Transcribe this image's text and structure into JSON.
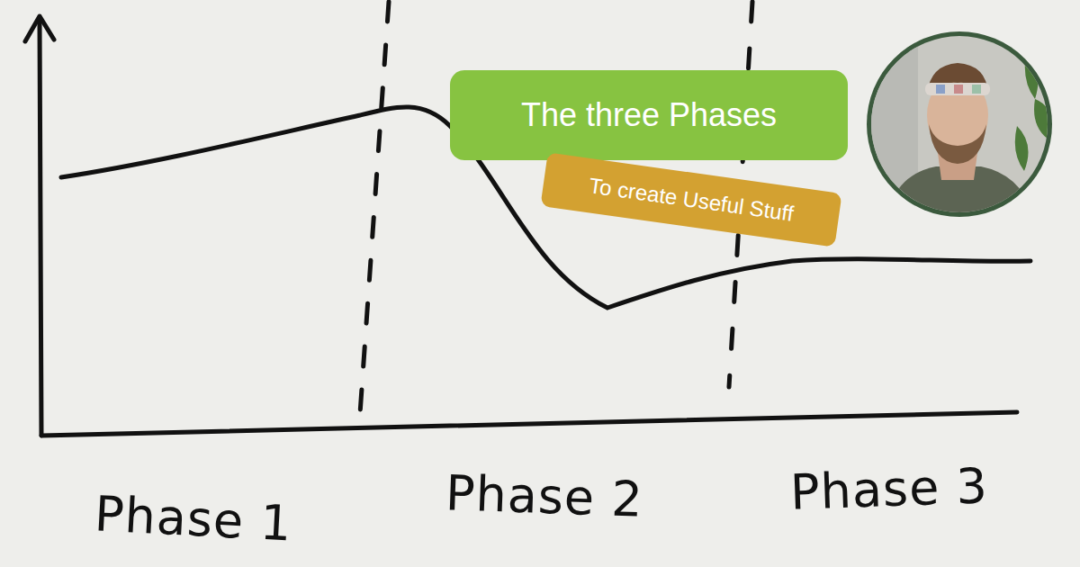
{
  "diagram": {
    "nodes": [
      {
        "text": [
          "The three Phases"
        ]
      },
      {
        "text": [
          "To create Useful Stuff"
        ]
      }
    ],
    "labels": [
      "Phase 1",
      "Phase 2",
      "Phase 3"
    ]
  }
}
